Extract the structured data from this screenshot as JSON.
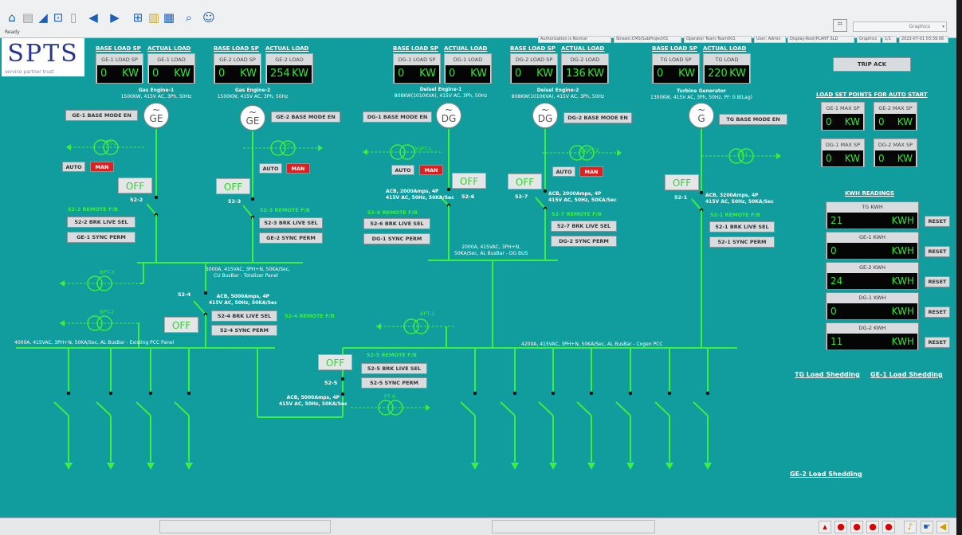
{
  "toolbar": {
    "status": "Ready",
    "graphics_select": "Graphics",
    "status_fields": [
      "Authorization is Normal",
      "Stream:CMS/SubProject01",
      "Operator Team:Team001",
      "User: Admin",
      "Display:Root/PLANT SLD",
      "Graphics",
      "1/1",
      "2023-07-01 03:39:08"
    ]
  },
  "logo": {
    "text": "SPTS",
    "tagline": "service partner trust"
  },
  "load_panels": [
    {
      "base_header": "BASE LOAD SP",
      "actual_header": "ACTUAL LOAD",
      "sp_label": "GE-1 LOAD SP",
      "sp_value": "0",
      "load_label": "GE-1 LOAD",
      "load_value": "0",
      "unit": "KW"
    },
    {
      "base_header": "BASE LOAD SP",
      "actual_header": "ACTUAL LOAD",
      "sp_label": "GE-2 LOAD SP",
      "sp_value": "0",
      "load_label": "GE-2 LOAD",
      "load_value": "254",
      "unit": "KW"
    },
    {
      "base_header": "BASE LOAD SP",
      "actual_header": "ACTUAL LOAD",
      "sp_label": "DG-1 LOAD SP",
      "sp_value": "0",
      "load_label": "DG-1 LOAD",
      "load_value": "0",
      "unit": "KW"
    },
    {
      "base_header": "BASE LOAD SP",
      "actual_header": "ACTUAL LOAD",
      "sp_label": "DG-2 LOAD SP",
      "sp_value": "0",
      "load_label": "DG-2 LOAD",
      "load_value": "136",
      "unit": "KW"
    },
    {
      "base_header": "BASE LOAD SP",
      "actual_header": "ACTUAL LOAD",
      "sp_label": "TG LOAD SP",
      "sp_value": "0",
      "load_label": "TG LOAD",
      "load_value": "220",
      "unit": "KW"
    }
  ],
  "generators": [
    {
      "name": "Gas Engine-1",
      "rating": "1500KW, 415V AC, 3Ph, 50Hz",
      "symbol": "GE",
      "base_mode": "GE-1 BASE MODE EN",
      "pt": "PT-2",
      "breaker": "52-2",
      "remote_fb": "52-2 REMOTE F/B",
      "brk_live": "52-2 BRK LIVE SEL",
      "sync": "GE-1 SYNC PERM",
      "state": "OFF"
    },
    {
      "name": "Gas Engine-2",
      "rating": "1500KW, 415V AC, 3Ph, 50Hz",
      "symbol": "GE",
      "base_mode": "GE-2 BASE MODE EN",
      "pt": "PT-3",
      "breaker": "52-3",
      "remote_fb": "52-3 REMOTE F/B",
      "brk_live": "52-3 BRK LIVE SEL",
      "sync": "GE-2 SYNC PERM",
      "state": "OFF"
    },
    {
      "name": "Deisel Engine-1",
      "rating": "808KW(1010KVA), 415V AC, 3Ph, 50Hz",
      "symbol": "DG",
      "base_mode": "DG-1 BASE MODE EN",
      "pt": "DGPT-1",
      "breaker": "52-6",
      "remote_fb": "52-6 REMOTE F/B",
      "brk_live": "52-6 BRK LIVE SEL",
      "sync": "DG-1 SYNC PERM",
      "state": "OFF",
      "acb": [
        "ACB, 2000Amps, 4P",
        "415V AC, 50Hz, 50KA/Sec"
      ]
    },
    {
      "name": "Deisel Engine-2",
      "rating": "808KW(1010KVA), 415V AC, 3Ph, 50Hz",
      "symbol": "DG",
      "base_mode": "DG-2 BASE MODE EN",
      "pt": "DGPT-2",
      "breaker": "52-7",
      "remote_fb": "52-7 REMOTE F/B",
      "brk_live": "52-7 BRK LIVE SEL",
      "sync": "DG-2 SYNC PERM",
      "state": "OFF",
      "acb": [
        "ACB, 2000Amps, 4P",
        "415V AC, 50Hz, 50KA/Sec"
      ]
    },
    {
      "name": "Turbine Generator",
      "rating": "1300KW, 415V AC, 3Ph, 50Hz, PF: 0.8(Lag)",
      "symbol": "G",
      "base_mode": "TG BASE MODE EN",
      "pt": "PT-1",
      "breaker": "52-1",
      "remote_fb": "52-1 REMOTE F/B",
      "brk_live": "52-1 BRK LIVE SEL",
      "sync": "52-1 SYNC PERM",
      "state": "OFF",
      "acb": [
        "ACB, 3200Amps, 4P",
        "415V AC, 50Hz, 50KA/Sec"
      ]
    }
  ],
  "mode": {
    "auto": "AUTO",
    "man": "MAN"
  },
  "busbars": {
    "cu": [
      "5000A, 415VAC, 3PH+N, 50KA/Sec,",
      "CU BusBar - Totalizer Panel"
    ],
    "dg": [
      "2000A, 415VAC, 3PH+N,",
      "50KA/Sec, AL BusBar - DG BUS"
    ],
    "existing": "4000A, 415VAC, 3PH+N, 50KA/Sec, AL BusBar - Existing PCC Panel",
    "cogen": "4200A, 415VAC, 3PH+N, 50KA/Sec, AL BusBar - Cogen PCC"
  },
  "tie_breakers": [
    {
      "label": "52-4",
      "acb": [
        "ACB, 5000Amps, 4P",
        "415V AC, 50Hz, 50KA/Sec"
      ],
      "remote_fb": "52-4 REMOTE F/B",
      "brk_live": "52-4 BRK LIVE SEL",
      "sync": "52-4 SYNC PERM",
      "state": "OFF"
    },
    {
      "label": "52-5",
      "acb": [
        "ACB, 5000Amps, 4P",
        "415V AC, 50Hz, 50KA/Sec"
      ],
      "remote_fb": "52-5 REMOTE F/B",
      "brk_live": "52-5 BRK LIVE SEL",
      "sync": "52-5 SYNC PERM",
      "state": "OFF"
    }
  ],
  "transformers": {
    "bpt3": "BPT-3",
    "bpt2": "BPT-2",
    "bpt1": "BPT-1",
    "pt4": "PT-4"
  },
  "right_panel": {
    "trip_ack": "TRIP ACK",
    "setpoints_title": "LOAD SET POINTS FOR AUTO START",
    "setpoints": [
      {
        "label": "GE-1 MAX SP",
        "value": "0",
        "unit": "KW"
      },
      {
        "label": "GE-2 MAX SP",
        "value": "0",
        "unit": "KW"
      },
      {
        "label": "DG-1 MAX SP",
        "value": "0",
        "unit": "KW"
      },
      {
        "label": "DG-2 MAX SP",
        "value": "0",
        "unit": "KW"
      }
    ],
    "kwh_title": "KWH READINGS",
    "kwh": [
      {
        "label": "TG KWH",
        "value": "21",
        "unit": "KWH"
      },
      {
        "label": "GE-1 KWH",
        "value": "0",
        "unit": "KWH"
      },
      {
        "label": "GE-2 KWH",
        "value": "24",
        "unit": "KWH"
      },
      {
        "label": "DG-1 KWH",
        "value": "0",
        "unit": "KWH"
      },
      {
        "label": "DG-2 KWH",
        "value": "11",
        "unit": "KWH"
      }
    ],
    "reset": "RESET",
    "shedding": {
      "tg": "TG Load Shedding",
      "ge1": "GE-1 Load Shedding",
      "ge2": "GE-2 Load Shedding"
    }
  },
  "colors": {
    "background": "#119c9d",
    "line": "#3ef03e",
    "display": "#050505",
    "value": "#33e633",
    "man": "#e02020"
  }
}
